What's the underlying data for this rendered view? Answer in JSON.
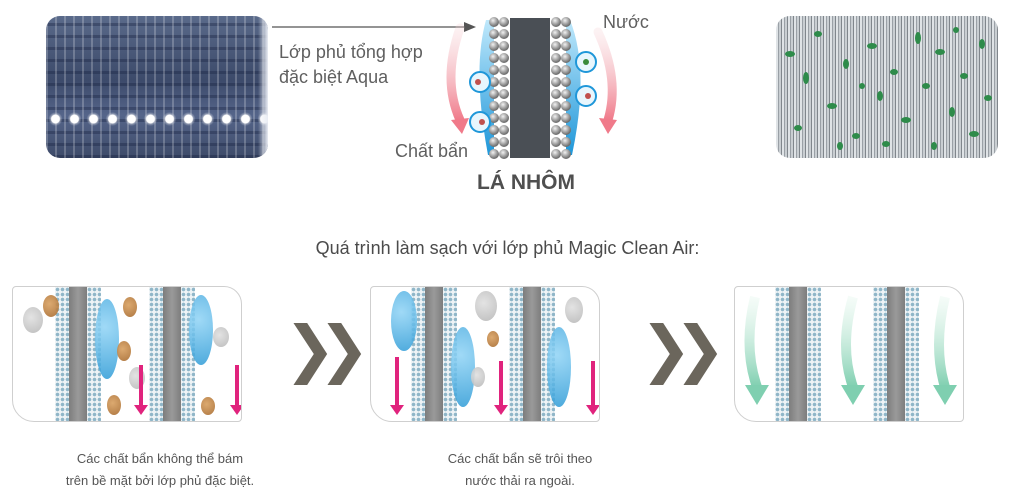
{
  "top": {
    "coating_label_line1": "Lớp phủ tổng hợp",
    "coating_label_line2": "đặc biệt Aqua",
    "water_label": "Nước",
    "dirt_label": "Chất bẩn",
    "fin_label": "LÁ NHÔM"
  },
  "process_title": "Quá trình làm sạch với lớp phủ Magic Clean Air:",
  "steps": [
    {
      "desc_line1": "Các chất bẩn không thể bám",
      "desc_line2": "trên bề mặt bởi lớp phủ đặc biệt."
    },
    {
      "desc_line1": "Các chất bẩn sẽ trôi theo",
      "desc_line2": "nước thải ra ngoài."
    },
    {
      "desc_line1": "",
      "desc_line2": ""
    }
  ],
  "colors": {
    "water_blue": "#2c9ad6",
    "arrow_pink": "#e0237d",
    "fin_grey": "#4a4f55",
    "arrow_green": "#7fcfb0"
  },
  "icons": [
    "double-chevron-right-icon",
    "water-droplet-icon",
    "dirt-particle-icon"
  ]
}
